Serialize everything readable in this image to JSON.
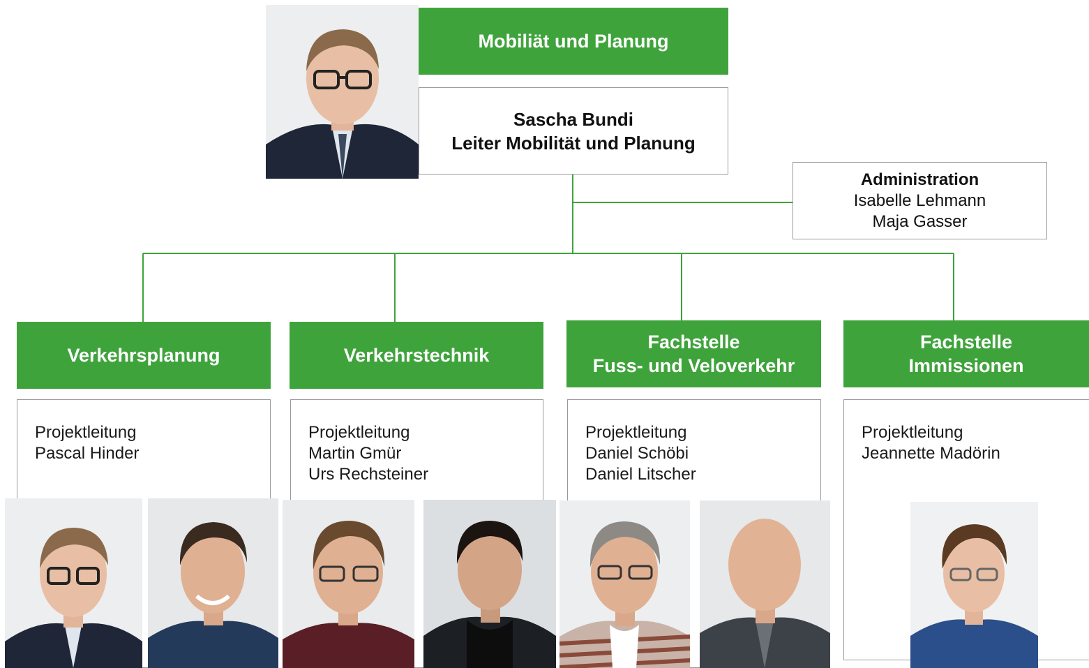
{
  "header": {
    "title": "Mobiliät und Planung",
    "leader_name": "Sascha Bundi",
    "leader_role": "Leiter Mobilität und Planung"
  },
  "administration": {
    "title": "Administration",
    "members": [
      "Isabelle Lehmann",
      "Maja Gasser"
    ]
  },
  "departments": [
    {
      "title_lines": [
        "Verkehrsplanung"
      ],
      "role": "Projektleitung",
      "members": [
        "Pascal Hinder"
      ]
    },
    {
      "title_lines": [
        "Verkehrstechnik"
      ],
      "role": "Projektleitung",
      "members": [
        "Martin Gmür",
        "Urs Rechsteiner"
      ]
    },
    {
      "title_lines": [
        "Fachstelle",
        "Fuss- und Veloverkehr"
      ],
      "role": "Projektleitung",
      "members": [
        "Daniel Schöbi",
        "Daniel Litscher"
      ]
    },
    {
      "title_lines": [
        "Fachstelle",
        "Immissionen"
      ],
      "role": "Projektleitung",
      "members": [
        "Jeannette Madörin"
      ]
    }
  ],
  "colors": {
    "accent": "#3fa33c",
    "line": "#3fa33c",
    "border": "#9a9a9a"
  }
}
